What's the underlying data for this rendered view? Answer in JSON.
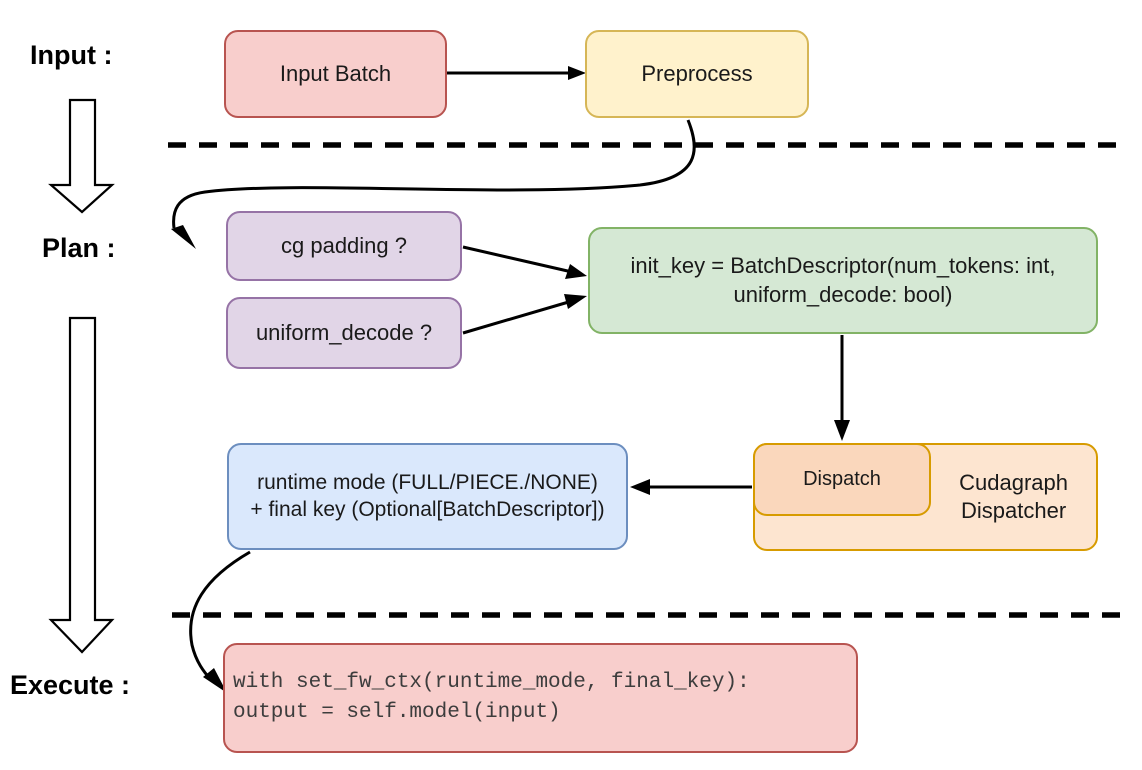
{
  "diagram": {
    "title": "vLLM cudagraph dispatch pipeline",
    "stages": [
      {
        "id": "input",
        "label": "Input :"
      },
      {
        "id": "plan",
        "label": "Plan :"
      },
      {
        "id": "execute",
        "label": "Execute :"
      }
    ],
    "nodes": {
      "input_batch": {
        "label": "Input Batch",
        "fill": "#f8cecc",
        "stroke": "#b85450"
      },
      "preprocess": {
        "label": "Preprocess",
        "fill": "#fff2cc",
        "stroke": "#d6b656"
      },
      "cg_padding": {
        "label": "cg padding ?",
        "fill": "#e1d5e7",
        "stroke": "#9673a6"
      },
      "uniform_decode": {
        "label": "uniform_decode ?",
        "fill": "#e1d5e7",
        "stroke": "#9673a6"
      },
      "init_key": {
        "label": "init_key = BatchDescriptor(num_tokens: int,\nuniform_decode: bool)",
        "fill": "#d5e8d4",
        "stroke": "#82b366"
      },
      "dispatch": {
        "label": "Dispatch",
        "fill": "#fad7bc",
        "stroke": "#d79b00"
      },
      "cudagraph_dispatcher": {
        "label": "Cudagraph\nDispatcher",
        "fill": "#fde5d0",
        "stroke": "#d79b00"
      },
      "runtime_mode": {
        "label": "runtime mode (FULL/PIECE./NONE)\n+ final key (Optional[BatchDescriptor])",
        "fill": "#dae8fc",
        "stroke": "#6c8ebf"
      },
      "execute_code": {
        "label": "with set_fw_ctx(runtime_mode, final_key):\n    output = self.model(input)",
        "fill": "#f8cecc",
        "stroke": "#b85450"
      }
    },
    "edges": [
      {
        "from": "input_batch",
        "to": "preprocess"
      },
      {
        "from": "preprocess",
        "to": "cg_padding"
      },
      {
        "from": "cg_padding",
        "to": "init_key"
      },
      {
        "from": "uniform_decode",
        "to": "init_key"
      },
      {
        "from": "init_key",
        "to": "dispatch"
      },
      {
        "from": "cudagraph_dispatcher",
        "to": "runtime_mode"
      },
      {
        "from": "runtime_mode",
        "to": "execute_code"
      }
    ],
    "dividers": 2,
    "flow_arrows": 2
  }
}
